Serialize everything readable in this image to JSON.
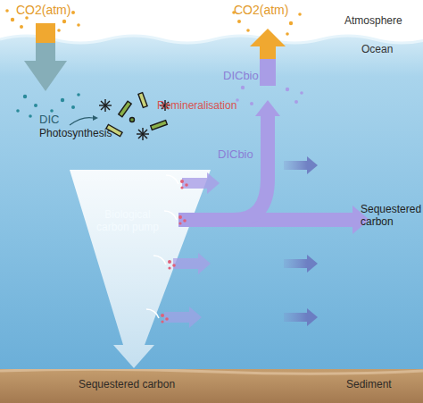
{
  "diagram": {
    "nodes": [
      {
        "text": [
          "Biological carbon pump"
        ]
      },
      {
        "text": [
          "Sequestered carbon",
          "Sediment"
        ]
      }
    ],
    "labels": [
      "CO2(atm)",
      "CO2(atm)",
      "Atmosphere",
      "Ocean",
      "DIC",
      "Photosynthesis",
      "Remineralisation",
      "DICbio",
      "DICbio",
      "Sequestered carbon"
    ]
  }
}
